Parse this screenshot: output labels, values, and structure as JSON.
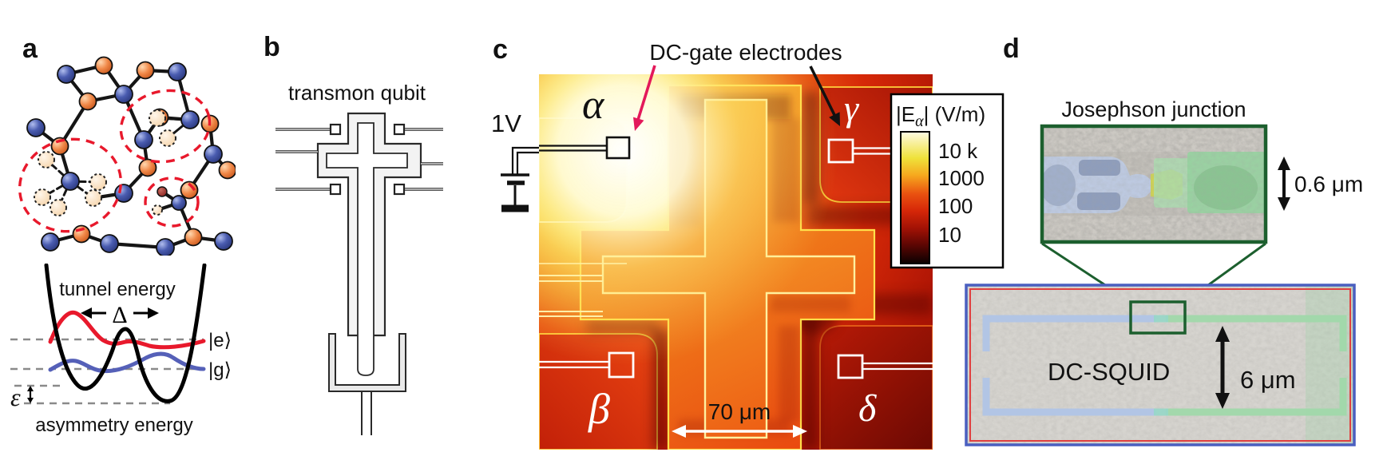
{
  "panel_a": {
    "label": "a",
    "tunnel_energy": "tunnel energy",
    "delta": "Δ",
    "state_e": "|e⟩",
    "state_g": "|g⟩",
    "epsilon": "ε",
    "asymmetry_energy": "asymmetry energy",
    "atom_blue_color": "#4a5cb0",
    "atom_orange_color": "#f08848",
    "defect_circle_color": "#e8192c",
    "excited_curve_color": "#e8192c",
    "ground_curve_color": "#5560b8"
  },
  "panel_b": {
    "label": "b",
    "title": "transmon qubit"
  },
  "panel_c": {
    "label": "c",
    "title": "DC-gate electrodes",
    "voltage": "1V",
    "electrode_alpha": "α",
    "electrode_beta": "β",
    "electrode_gamma": "γ",
    "electrode_delta": "δ",
    "scale_bar": "70 μm",
    "colorbar_title_pre": "|E",
    "colorbar_title_sub": "α",
    "colorbar_title_post": "| (V/m)",
    "tick_1": "10 k",
    "tick_2": "1000",
    "tick_3": "100",
    "tick_4": "10",
    "field_max_color": "#fffce4",
    "field_min_color": "#0a0101",
    "red_arrow_color": "#e3195a"
  },
  "panel_d": {
    "label": "d",
    "junction_title": "Josephson junction",
    "junction_scale": "0.6 μm",
    "squid_label": "DC-SQUID",
    "squid_scale": "6 μm",
    "highlight_blue": "#bccbe8",
    "highlight_green": "#96d3a0",
    "highlight_yellow": "#ced14e",
    "frame_green": "#1c5f2e",
    "frame_blue": "#4a5fc0",
    "frame_red": "#e04040"
  }
}
